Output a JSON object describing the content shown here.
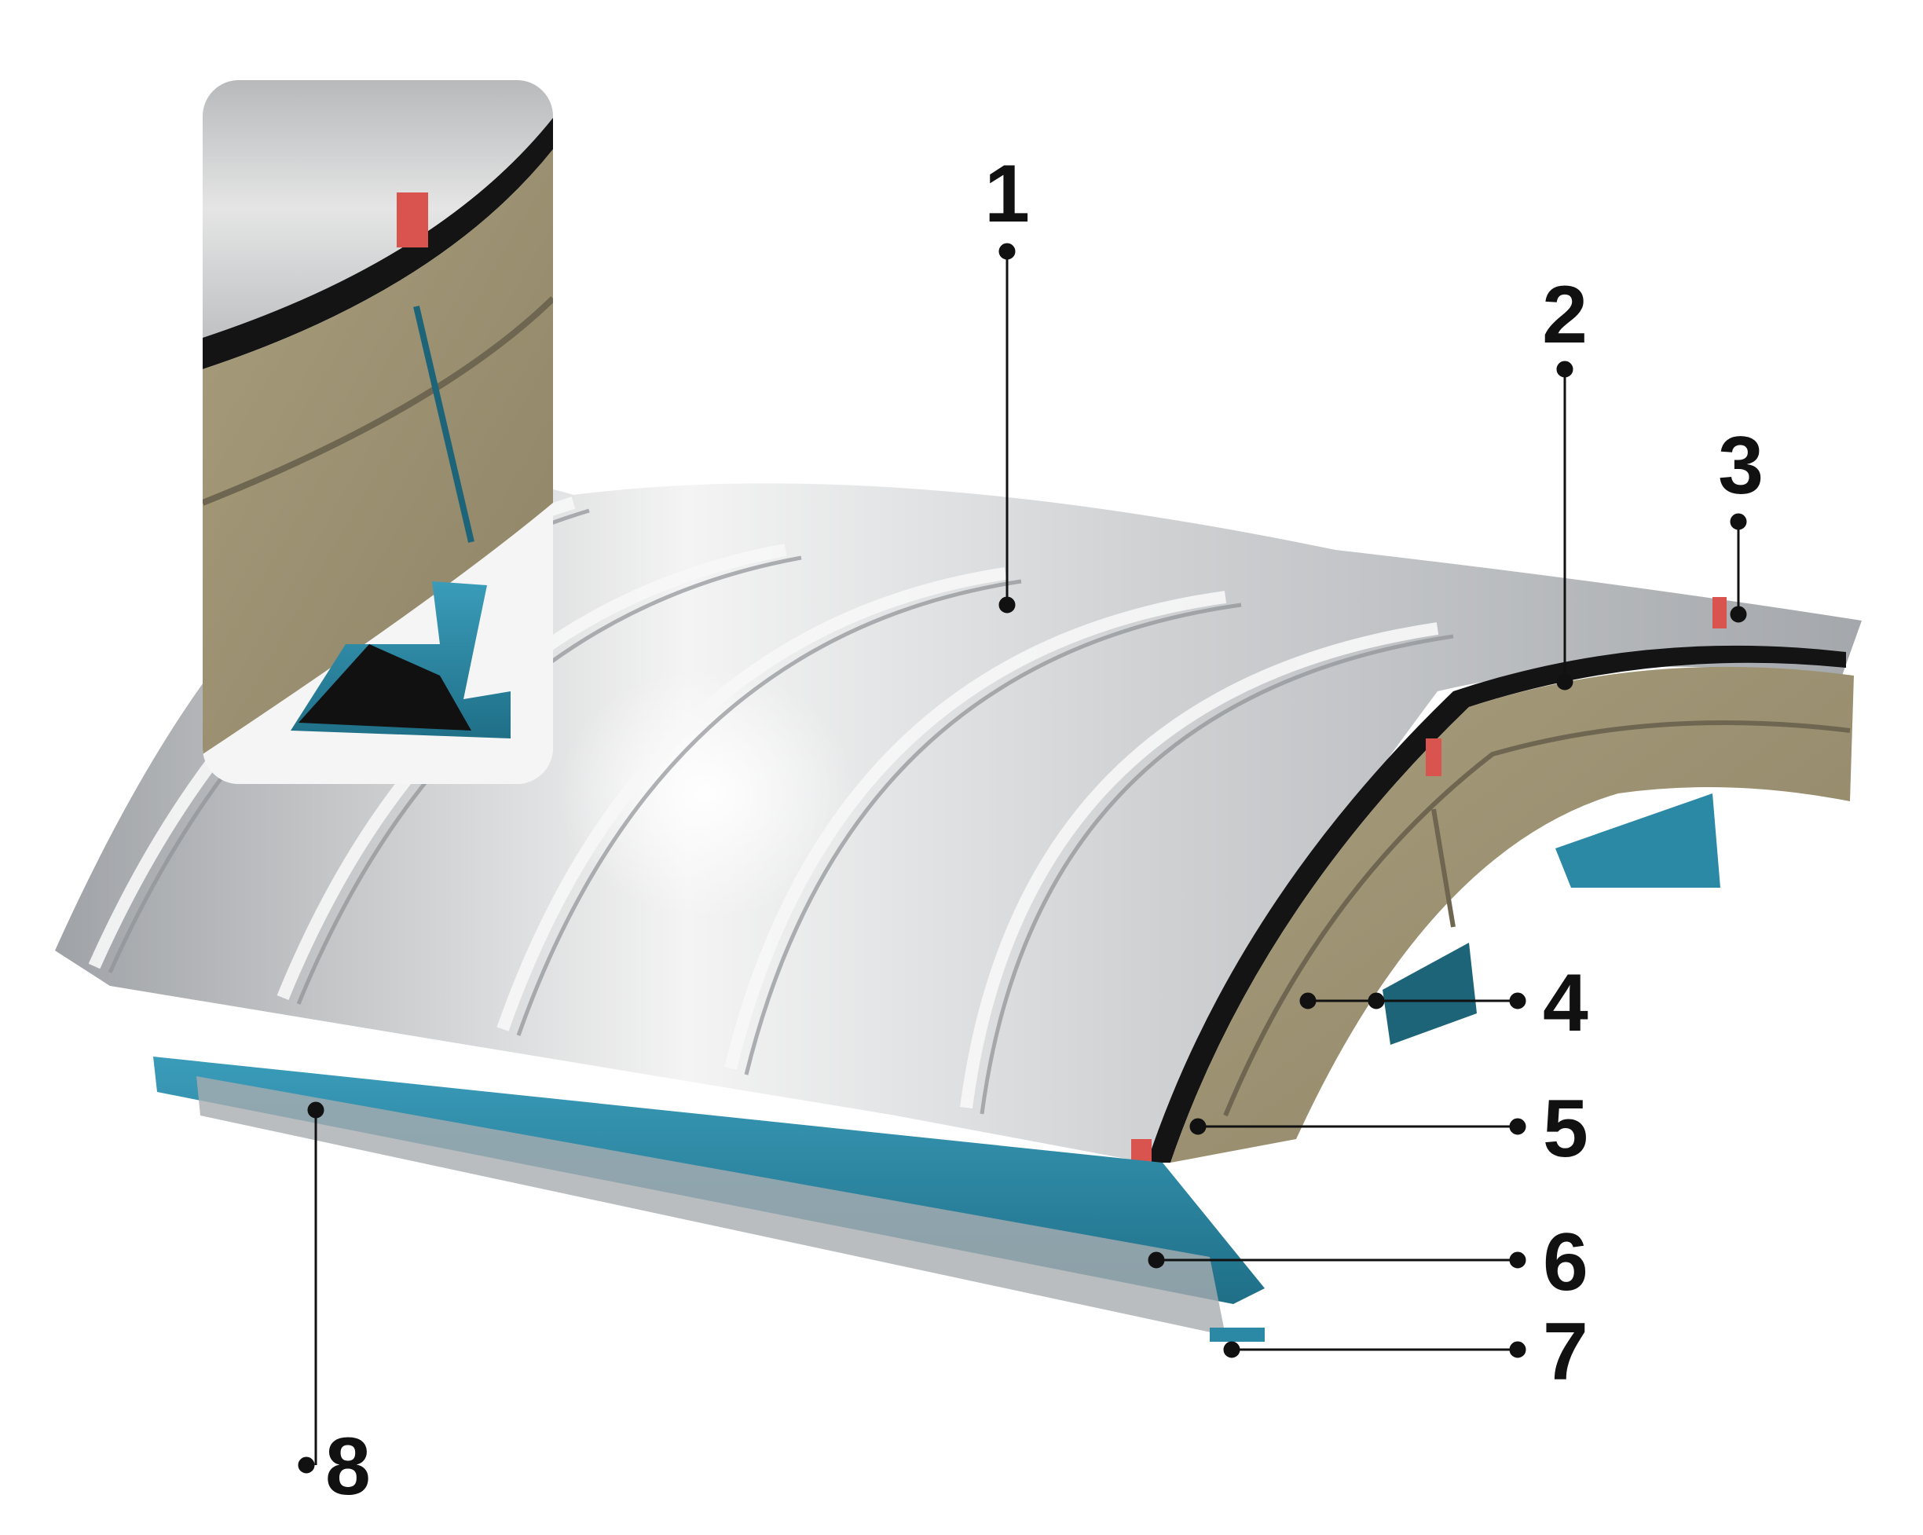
{
  "figure": {
    "palette": {
      "background": "#ffffff",
      "roof_metal_light": "#f2f2f2",
      "roof_metal_mid": "#c9cbce",
      "roof_metal_dark": "#8d9095",
      "insulation": "#9b9070",
      "insulation_light": "#b4ab8a",
      "purlin_steel": "#2b89a6",
      "purlin_steel_dark": "#1d6479",
      "clip_red": "#d9534f",
      "membrane_black": "#141414",
      "callout_ink": "#111111"
    },
    "callouts": [
      {
        "label": "1"
      },
      {
        "label": "2"
      },
      {
        "label": "3"
      },
      {
        "label": "4"
      },
      {
        "label": "5"
      },
      {
        "label": "6"
      },
      {
        "label": "7"
      },
      {
        "label": "8"
      }
    ]
  }
}
